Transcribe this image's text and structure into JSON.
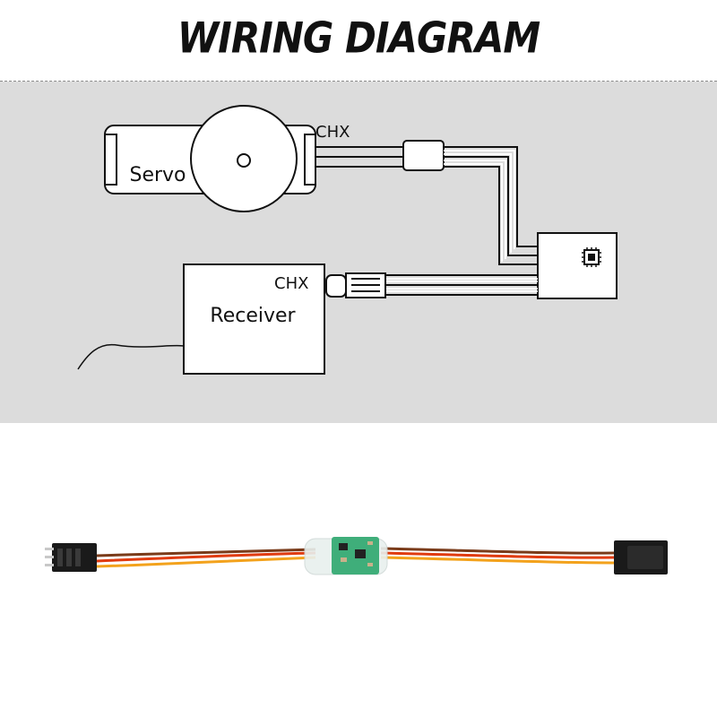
{
  "title": "WIRING DIAGRAM",
  "diagram": {
    "servo_label": "Servo",
    "servo_channel": "CHX",
    "receiver_label": "Receiver",
    "receiver_channel": "CHX",
    "module_icon": "chip-icon"
  },
  "product_photo": {
    "wire_colors": [
      "#7a3b1a",
      "#e03b10",
      "#f3a21c"
    ],
    "board_color": "#3fae7a",
    "connector_color": "#1a1a1a"
  }
}
